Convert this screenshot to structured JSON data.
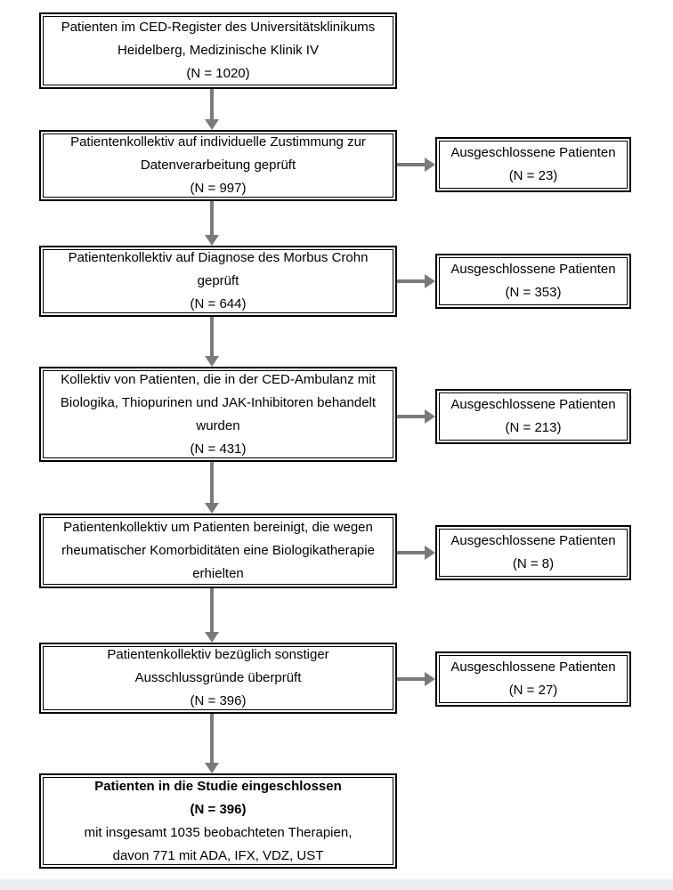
{
  "page": {
    "background_color": "#ffffff",
    "arrow_color": "#7a7a7a",
    "box_border_color": "#000000",
    "text_color": "#000000"
  },
  "flow": {
    "main": [
      {
        "lines": [
          "Patienten im CED-Register des Universitätsklinikums",
          "Heidelberg, Medizinische Klinik IV",
          "(N = 1020)"
        ]
      },
      {
        "lines": [
          "Patientenkollektiv auf individuelle Zustimmung zur",
          "Datenverarbeitung geprüft",
          "(N = 997)"
        ]
      },
      {
        "lines": [
          "Patientenkollektiv auf Diagnose des Morbus Crohn",
          "geprüft",
          "(N = 644)"
        ]
      },
      {
        "lines": [
          "Kollektiv von Patienten, die in der CED-Ambulanz mit",
          "Biologika, Thiopurinen und JAK-Inhibitoren behandelt",
          "wurden",
          "(N = 431)"
        ]
      },
      {
        "lines": [
          "Patientenkollektiv um Patienten bereinigt, die wegen",
          "rheumatischer Komorbiditäten eine Biologikatherapie",
          "erhielten"
        ]
      },
      {
        "lines": [
          "Patientenkollektiv bezüglich sonstiger",
          "Ausschlussgründe überprüft",
          "(N = 396)"
        ]
      },
      {
        "lines": [
          "Patienten in die Studie eingeschlossen",
          "(N = 396)",
          "mit insgesamt 1035 beobachteten Therapien,",
          "davon 771 mit ADA, IFX, VDZ, UST"
        ]
      }
    ],
    "excluded": [
      {
        "label": "Ausgeschlossene Patienten",
        "n": "(N = 23)"
      },
      {
        "label": "Ausgeschlossene Patienten",
        "n": "(N = 353)"
      },
      {
        "label": "Ausgeschlossene Patienten",
        "n": "(N = 213)"
      },
      {
        "label": "Ausgeschlossene Patienten",
        "n": "(N = 8)"
      },
      {
        "label": "Ausgeschlossene Patienten",
        "n": "(N = 27)"
      }
    ]
  }
}
